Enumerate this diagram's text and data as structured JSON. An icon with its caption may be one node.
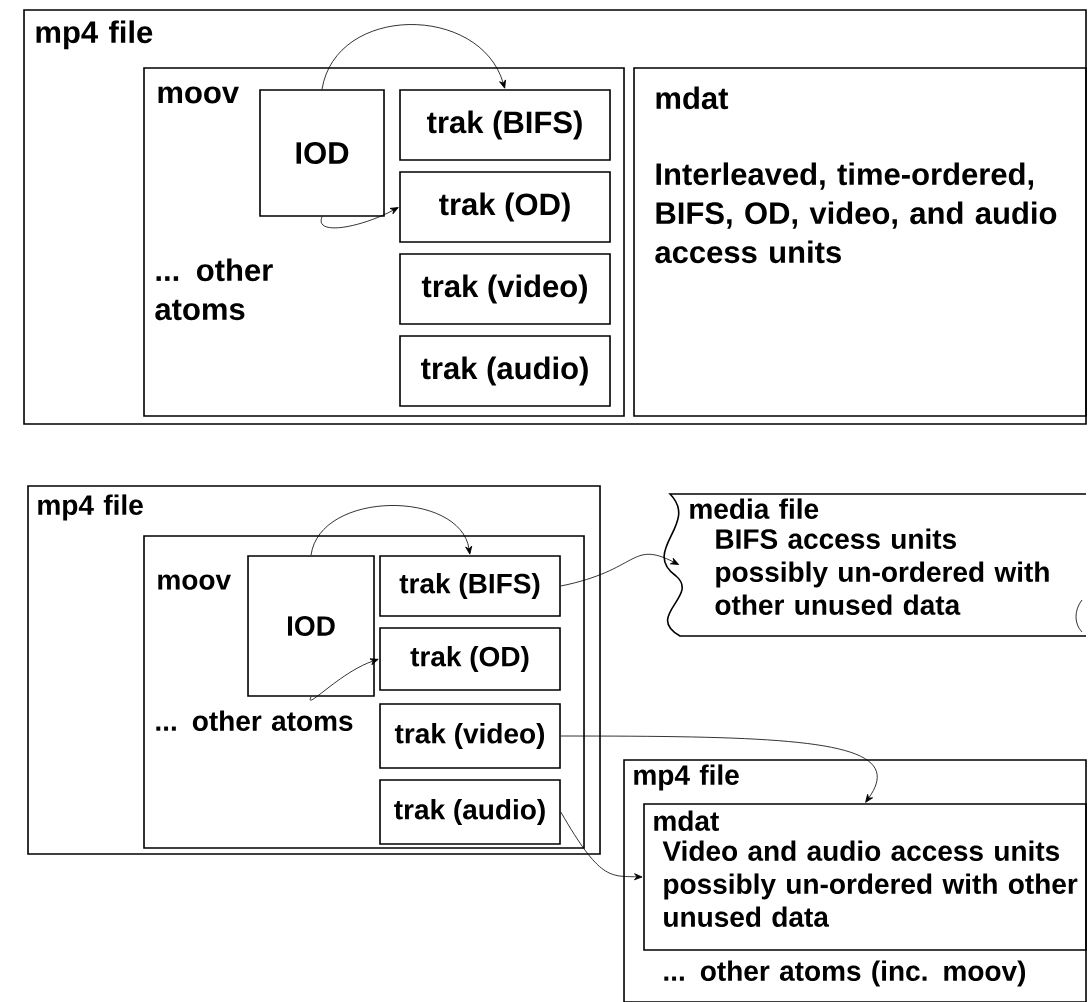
{
  "diagram": {
    "nodes": [
      {
        "text": [
          "mp4 file"
        ]
      },
      {
        "text": [
          "moov",
          "... other atoms"
        ],
        "in": 0
      },
      {
        "text": [
          "IOD"
        ],
        "in": 1
      },
      {
        "text": [
          "trak (BIFS)"
        ],
        "in": 1
      },
      {
        "text": [
          "trak (OD)"
        ],
        "in": 1
      },
      {
        "text": [
          "trak (video)"
        ],
        "in": 1
      },
      {
        "text": [
          "trak (audio)"
        ],
        "in": 1
      },
      {
        "text": [
          "mdat",
          "Interleaved, time-ordered, BIFS, OD, video, and audio access units"
        ],
        "in": 0
      },
      {
        "text": [
          "mp4 file"
        ]
      },
      {
        "text": [
          "moov",
          "... other atoms"
        ],
        "in": 8
      },
      {
        "text": [
          "IOD"
        ],
        "in": 9
      },
      {
        "text": [
          "trak (BIFS)"
        ],
        "in": 9
      },
      {
        "text": [
          "trak (OD)"
        ],
        "in": 9
      },
      {
        "text": [
          "trak (video)"
        ],
        "in": 9
      },
      {
        "text": [
          "trak (audio)"
        ],
        "in": 9
      },
      {
        "text": [
          "media file",
          "BIFS access units possibly un-ordered with other unused data"
        ]
      },
      {
        "text": [
          "mp4 file",
          "... other atoms (inc. moov)"
        ]
      },
      {
        "text": [
          "mdat",
          "Video and audio access units possibly un-ordered with other unused data"
        ],
        "in": 16
      }
    ],
    "edges": [
      {
        "from": 2,
        "to": 3,
        "arrow": "to"
      },
      {
        "from": 2,
        "to": 4,
        "arrow": "to"
      },
      {
        "from": 10,
        "to": 11,
        "arrow": "to"
      },
      {
        "from": 10,
        "to": 12,
        "arrow": "to"
      },
      {
        "from": 11,
        "to": 15,
        "arrow": "to"
      },
      {
        "from": 13,
        "to": 17,
        "arrow": "to"
      },
      {
        "from": 14,
        "to": 17,
        "arrow": "to"
      }
    ]
  }
}
